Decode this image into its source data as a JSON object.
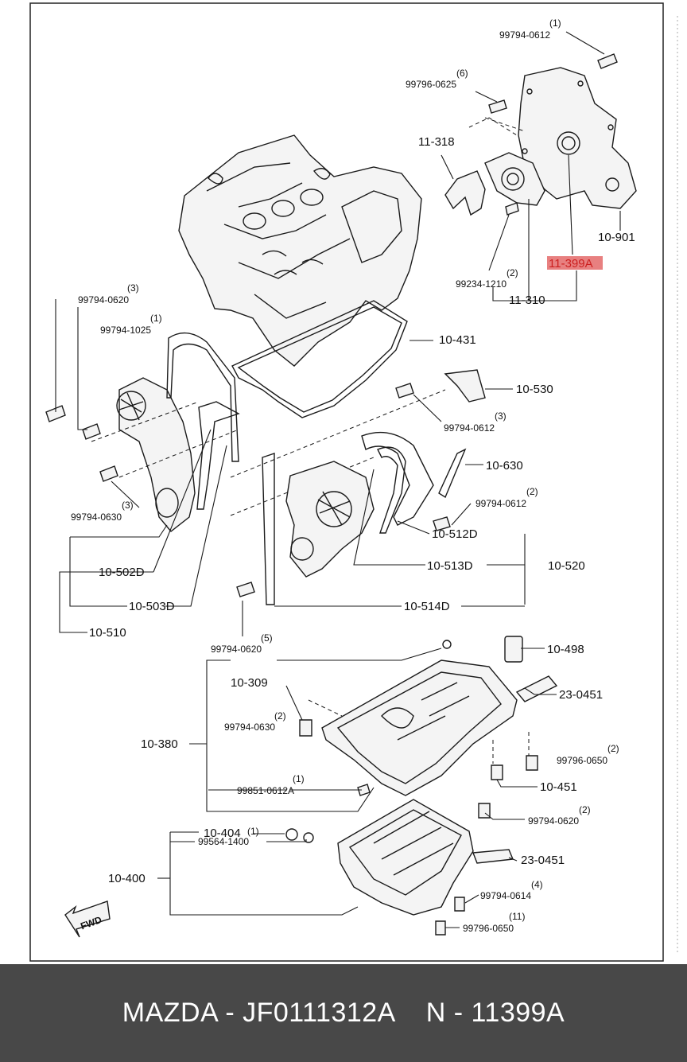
{
  "diagram": {
    "labels": {
      "bolt_top_qty": "(1)",
      "bolt_top_code": "99794-0612",
      "bolt_b_qty": "(6)",
      "bolt_b_code": "99796-0625",
      "bracket_11_318": "11-318",
      "cover_10_901": "10-901",
      "seal_11_399a": "11-399A",
      "bolt_c_qty": "(2)",
      "bolt_c_code": "99234-1210",
      "part_11_310": "11-310",
      "bolt_d_qty": "(3)",
      "bolt_d_code": "99794-0620",
      "bolt_e_qty": "(1)",
      "bolt_e_code": "99794-1025",
      "gasket_10_431": "10-431",
      "bracket_10_530": "10-530",
      "bolt_f_qty": "(3)",
      "bolt_f_code": "99794-0612",
      "part_10_630": "10-630",
      "bolt_g_qty": "(2)",
      "bolt_g_code": "99794-0612",
      "bolt_h_qty": "(3)",
      "bolt_h_code": "99794-0630",
      "part_10_512d": "10-512D",
      "part_10_502d": "10-502D",
      "part_10_513d": "10-513D",
      "part_10_520": "10-520",
      "part_10_503d": "10-503D",
      "part_10_514d": "10-514D",
      "part_10_510": "10-510",
      "bolt_i_qty": "(5)",
      "bolt_i_code": "99794-0620",
      "part_10_498": "10-498",
      "part_10_309": "10-309",
      "part_23_0451_a": "23-0451",
      "bolt_j_qty": "(2)",
      "bolt_j_code": "99794-0630",
      "part_10_380": "10-380",
      "bolt_k_qty": "(2)",
      "bolt_k_code": "99796-0650",
      "bolt_l_qty": "(1)",
      "bolt_l_code": "99851-0612A",
      "part_10_451": "10-451",
      "bolt_m_qty": "(2)",
      "bolt_m_code": "99794-0620",
      "part_10_404": "10-404",
      "bolt_n_qty": "(1)",
      "bolt_n_code": "99564-1400",
      "part_23_0451_b": "23-0451",
      "part_10_400": "10-400",
      "bolt_o_qty": "(4)",
      "bolt_o_code": "99794-0614",
      "bolt_p_qty": "(11)",
      "bolt_p_code": "99796-0650",
      "fwd": "FWD"
    },
    "highlight_color": "#e03030"
  },
  "footer": {
    "text": "MAZDA - JF0111312A    N - 11399A",
    "background": "#484848",
    "text_color": "#ffffff"
  }
}
